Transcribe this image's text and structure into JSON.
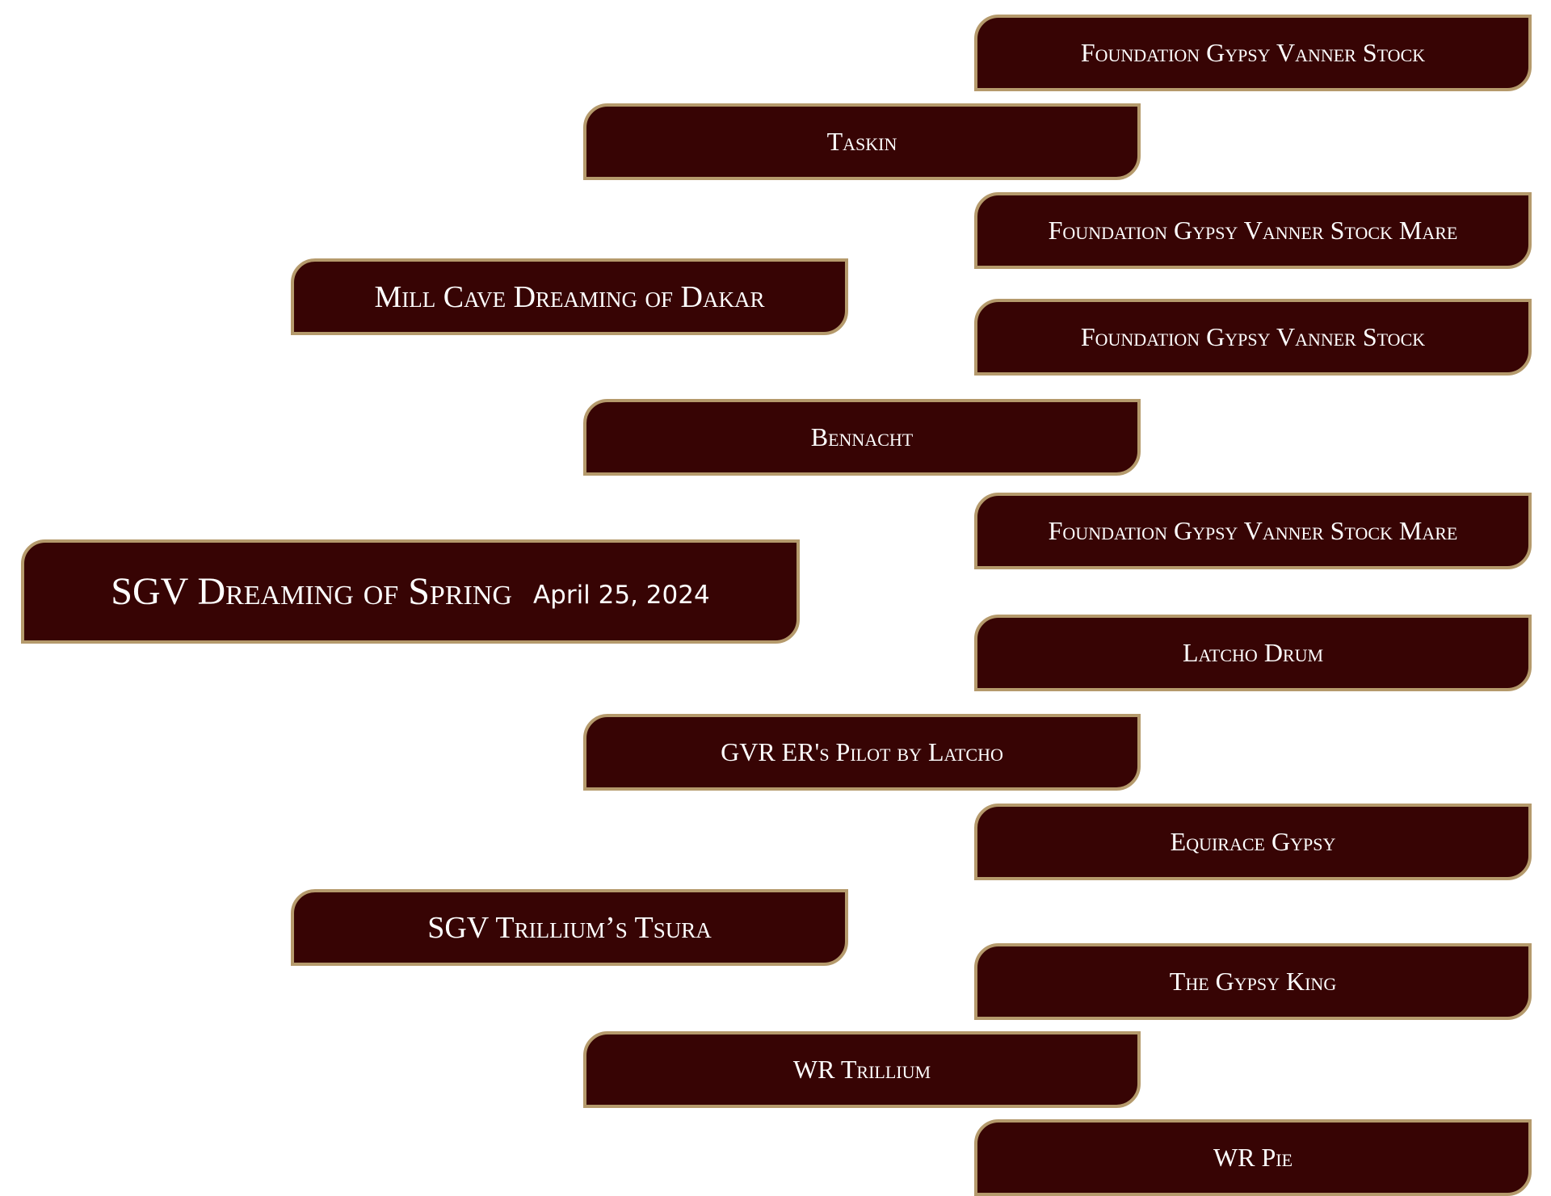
{
  "subject": {
    "name": "SGV Dreaming of Spring",
    "date": "April 25, 2024"
  },
  "sire": {
    "name": "Mill Cave Dreaming of Dakar",
    "sire": {
      "name": "Taskin",
      "sire": "Foundation Gypsy Vanner Stock",
      "dam": "Foundation Gypsy Vanner Stock Mare"
    },
    "dam": {
      "name": "Bennacht",
      "sire": "Foundation Gypsy Vanner Stock",
      "dam": "Foundation Gypsy Vanner Stock Mare"
    }
  },
  "dam": {
    "name": "SGV Trillium’s Tsura",
    "sire": {
      "name": "GVR ER's Pilot by Latcho",
      "sire": "Latcho Drum",
      "dam": "Equirace Gypsy"
    },
    "dam": {
      "name": "WR Trillium",
      "sire": "The Gypsy King",
      "dam": "WR Pie"
    }
  },
  "colors": {
    "box_fill": "#370404",
    "box_border": "#b59a6c",
    "text": "#ffffff"
  }
}
